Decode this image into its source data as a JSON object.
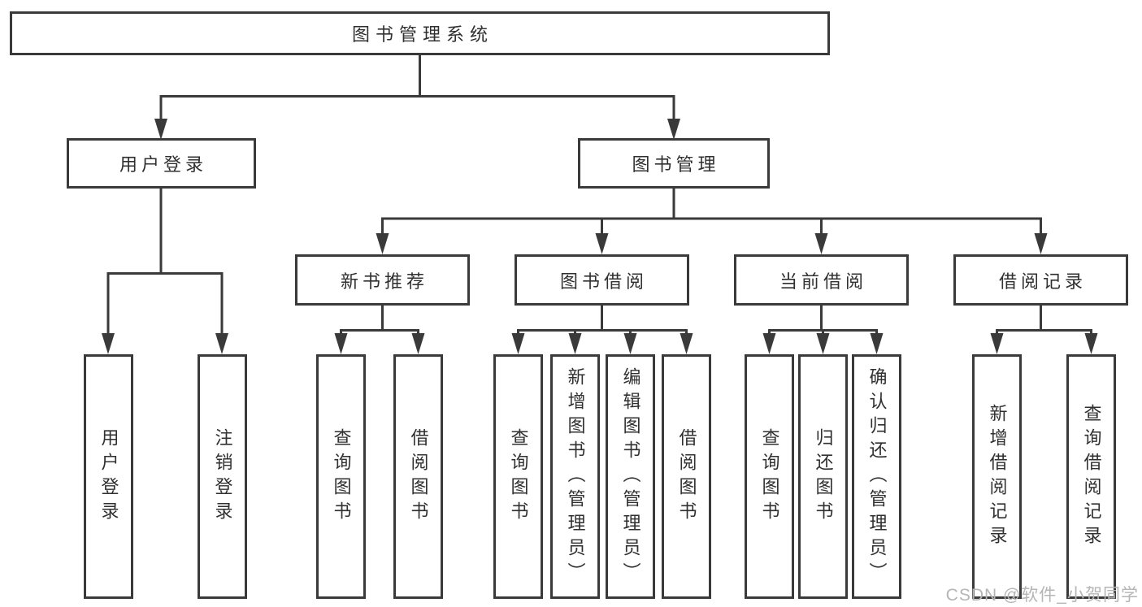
{
  "colors": {
    "line": "#3a3a3a",
    "box_border": "#3a3a3a",
    "text": "#303030",
    "watermark_text": "#b5b5b5",
    "background": "#ffffff"
  },
  "diagram": {
    "type": "tree",
    "root": {
      "label": "图书管理系统"
    },
    "level2": [
      {
        "label": "用户登录"
      },
      {
        "label": "图书管理"
      }
    ],
    "level3": [
      {
        "label": "新书推荐"
      },
      {
        "label": "图书借阅"
      },
      {
        "label": "当前借阅"
      },
      {
        "label": "借阅记录"
      }
    ],
    "leaves": [
      {
        "label": "用户登录"
      },
      {
        "label": "注销登录"
      },
      {
        "label": "查询图书"
      },
      {
        "label": "借阅图书"
      },
      {
        "label": "查询图书"
      },
      {
        "label": "新增图书（管理员）"
      },
      {
        "label": "编辑图书（管理员）"
      },
      {
        "label": "借阅图书"
      },
      {
        "label": "查询图书"
      },
      {
        "label": "归还图书"
      },
      {
        "label": "确认归还（管理员）"
      },
      {
        "label": "新增借阅记录"
      },
      {
        "label": "查询借阅记录"
      }
    ]
  },
  "watermark": {
    "label": "CSDN @软件_小贺同学"
  }
}
